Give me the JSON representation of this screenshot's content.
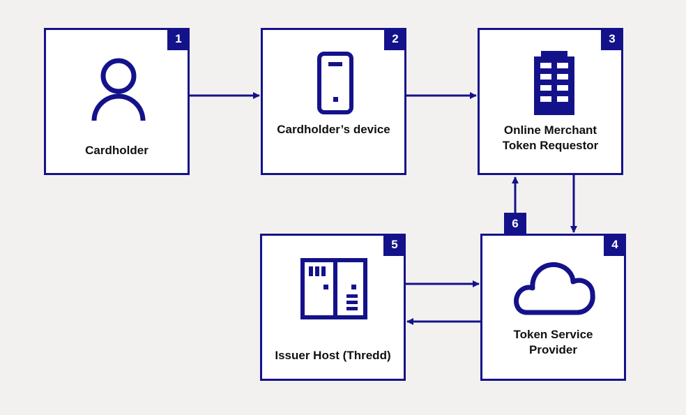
{
  "accent_color": "#14128a",
  "nodes": [
    {
      "id": "1",
      "badge": "1",
      "label": "Cardholder",
      "icon": "person-icon"
    },
    {
      "id": "2",
      "badge": "2",
      "label": "Cardholder’s device",
      "icon": "mobile-phone-icon"
    },
    {
      "id": "3",
      "badge": "3",
      "label_line1": "Online Merchant",
      "label_line2": "Token Requestor",
      "icon": "office-building-icon"
    },
    {
      "id": "4",
      "badge": "4",
      "label_line1": "Token Service",
      "label_line2": "Provider",
      "icon": "cloud-icon"
    },
    {
      "id": "5",
      "badge": "5",
      "label": "Issuer Host (Thredd)",
      "icon": "server-rack-icon"
    }
  ],
  "step6_badge": "6",
  "edges": [
    {
      "from": "1",
      "to": "2"
    },
    {
      "from": "2",
      "to": "3"
    },
    {
      "from": "3",
      "to": "4"
    },
    {
      "from": "4",
      "to": "3",
      "step": "6"
    },
    {
      "from": "5",
      "to": "4"
    },
    {
      "from": "4",
      "to": "5"
    }
  ]
}
